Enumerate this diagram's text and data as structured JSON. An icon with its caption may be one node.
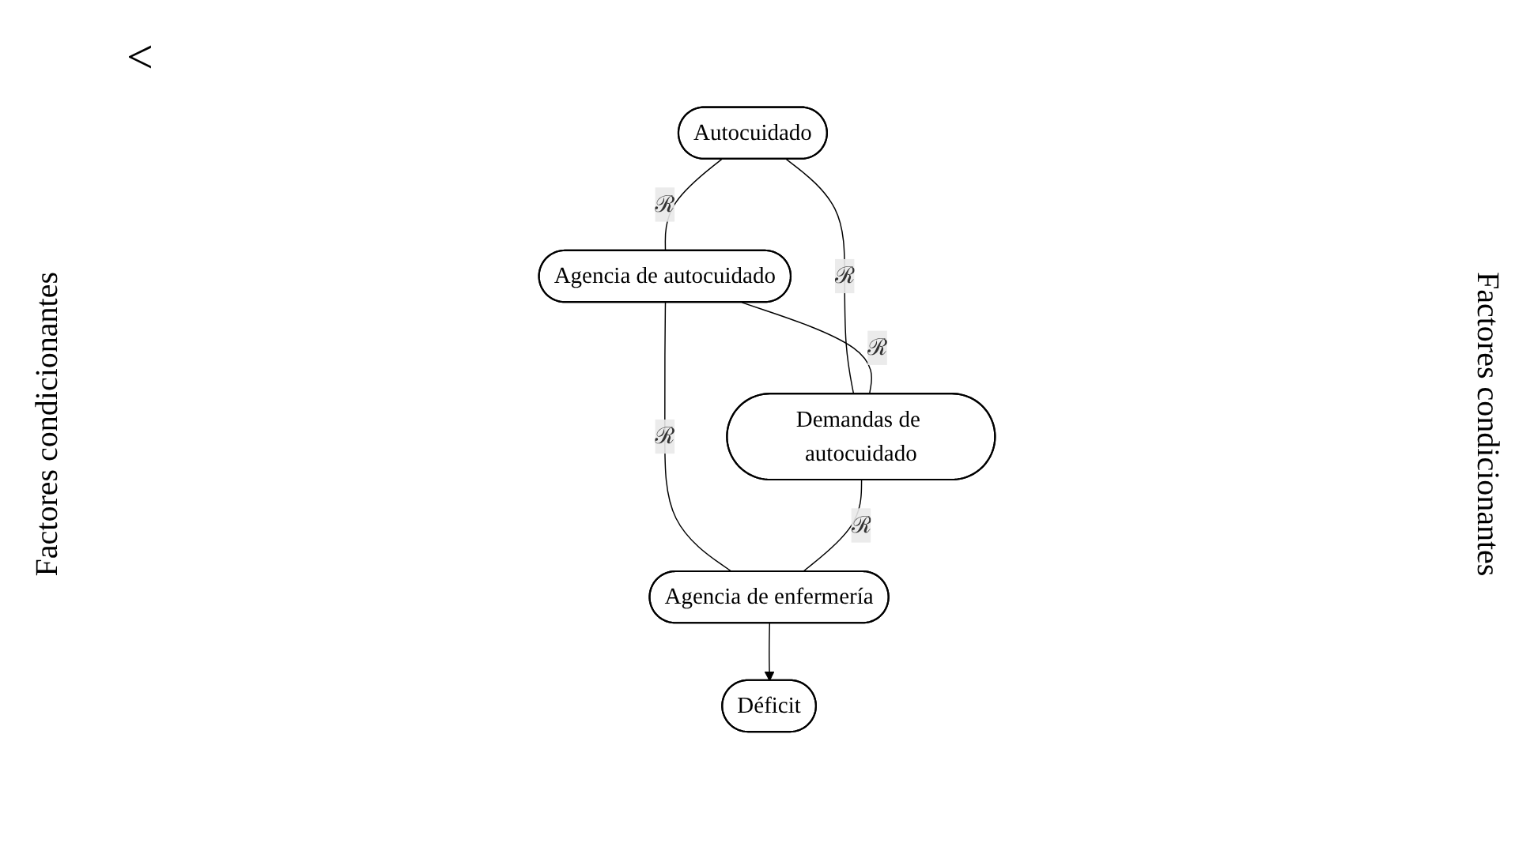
{
  "diagram": {
    "nodes": [
      {
        "text": [
          "Autocuidado"
        ]
      },
      {
        "text": [
          "Agencia de autocuidado"
        ]
      },
      {
        "text": [
          "Demandas de autocuidado"
        ]
      },
      {
        "text": [
          "Déficit"
        ]
      },
      {
        "text": [
          "Agencia de enfermería"
        ]
      }
    ],
    "edges": [
      {
        "from": 0,
        "to": 1,
        "arrow": "none",
        "label": "ℛ"
      },
      {
        "from": 0,
        "to": 2,
        "arrow": "none",
        "label": "ℛ"
      },
      {
        "from": 1,
        "to": 2,
        "arrow": "none",
        "label": "ℛ"
      },
      {
        "from": 1,
        "to": 4,
        "arrow": "none",
        "label": "ℛ"
      },
      {
        "from": 2,
        "to": 4,
        "arrow": "none",
        "label": "ℛ"
      },
      {
        "from": 4,
        "to": 3,
        "arrow": "to"
      }
    ],
    "labels": [
      "Factores condicionantes",
      "<",
      "Factores condicionantes"
    ]
  }
}
